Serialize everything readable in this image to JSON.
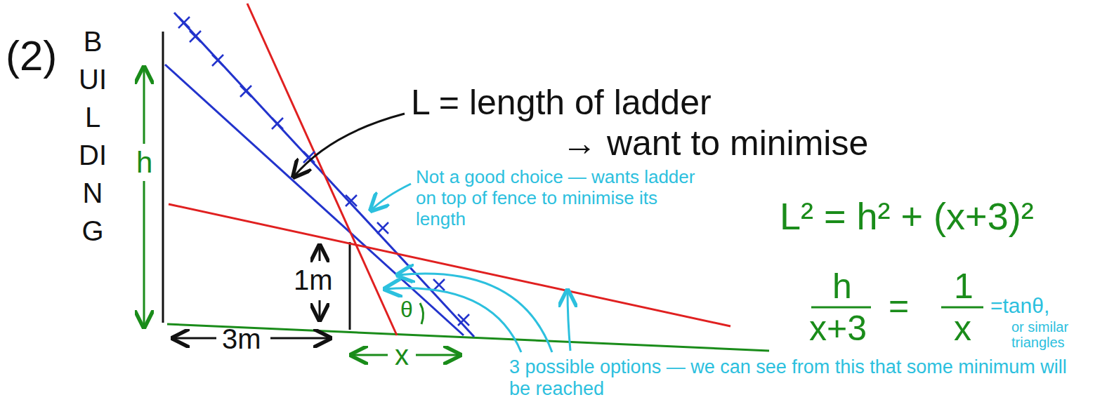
{
  "diagram": {
    "labels": [
      "(2)",
      "BUILDING",
      "h",
      "1m",
      "3m",
      "x",
      "θ",
      "L = length of ladder",
      "→ want to minimise",
      "Not a good choice — wants ladder on top of fence to minimise its length",
      "3 possible options — we can see from this that some minimum will be reached",
      "L² = h² + (x+3)²",
      "h",
      "x+3",
      "=",
      "1",
      "x",
      "=tanθ,",
      "or similar triangles"
    ]
  }
}
